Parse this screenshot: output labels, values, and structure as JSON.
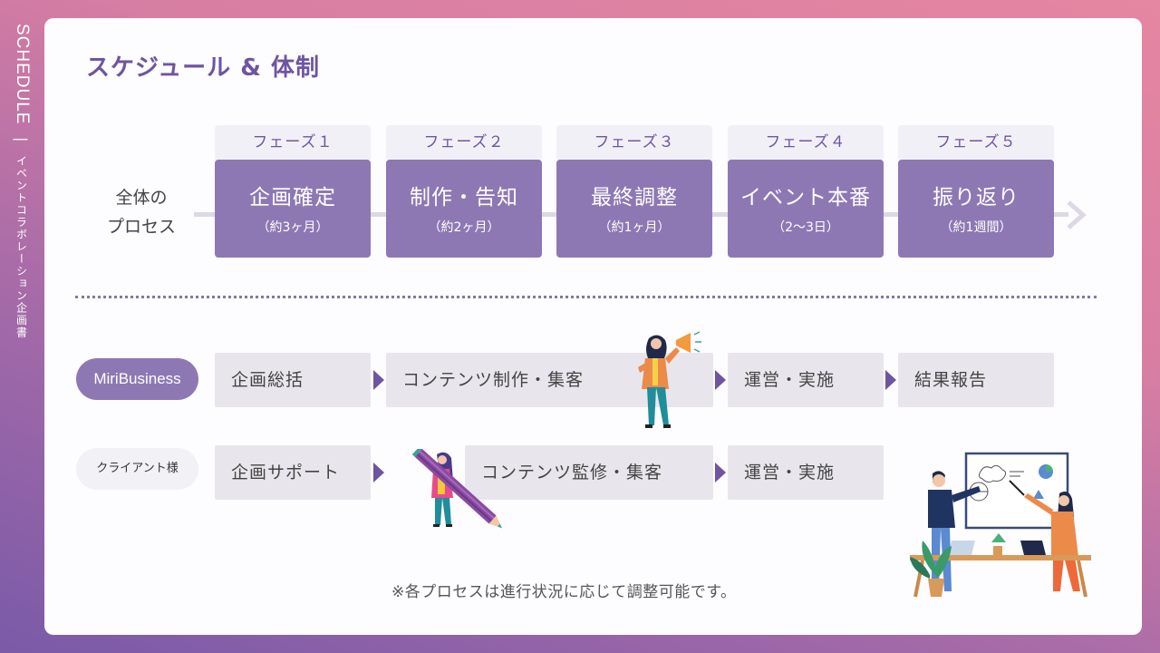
{
  "side": {
    "section": "SCHEDULE",
    "separator": "|",
    "subtitle": "イベントコラボレーション企画書"
  },
  "title": "スケジュール & 体制",
  "process": {
    "label_line1": "全体の",
    "label_line2": "プロセス",
    "phases": [
      {
        "tab": "フェーズ１",
        "name": "企画確定",
        "duration": "（約3ヶ月）"
      },
      {
        "tab": "フェーズ２",
        "name": "制作・告知",
        "duration": "（約2ヶ月）"
      },
      {
        "tab": "フェーズ３",
        "name": "最終調整",
        "duration": "（約1ヶ月）"
      },
      {
        "tab": "フェーズ４",
        "name": "イベント本番",
        "duration": "（2〜3日）"
      },
      {
        "tab": "フェーズ５",
        "name": "振り返り",
        "duration": "（約1週間）"
      }
    ]
  },
  "roles": {
    "primary": {
      "label": "MiriBusiness",
      "tasks": [
        "企画総括",
        "コンテンツ制作・集客",
        "運営・実施",
        "結果報告"
      ]
    },
    "secondary": {
      "label": "クライアント様",
      "tasks": [
        "企画サポート",
        "コンテンツ監修・集客",
        "運営・実施"
      ]
    }
  },
  "note": "※各プロセスは進行状況に応じて調整可能です。",
  "colors": {
    "accent": "#6d55a0",
    "phase_box": "#8d78b4",
    "task_bg": "#e8e6ec"
  },
  "icons": [
    "megaphone-woman-illustration",
    "pencil-woman-illustration",
    "team-presentation-illustration",
    "arrow-right-icon",
    "triangle-arrow-icon"
  ]
}
